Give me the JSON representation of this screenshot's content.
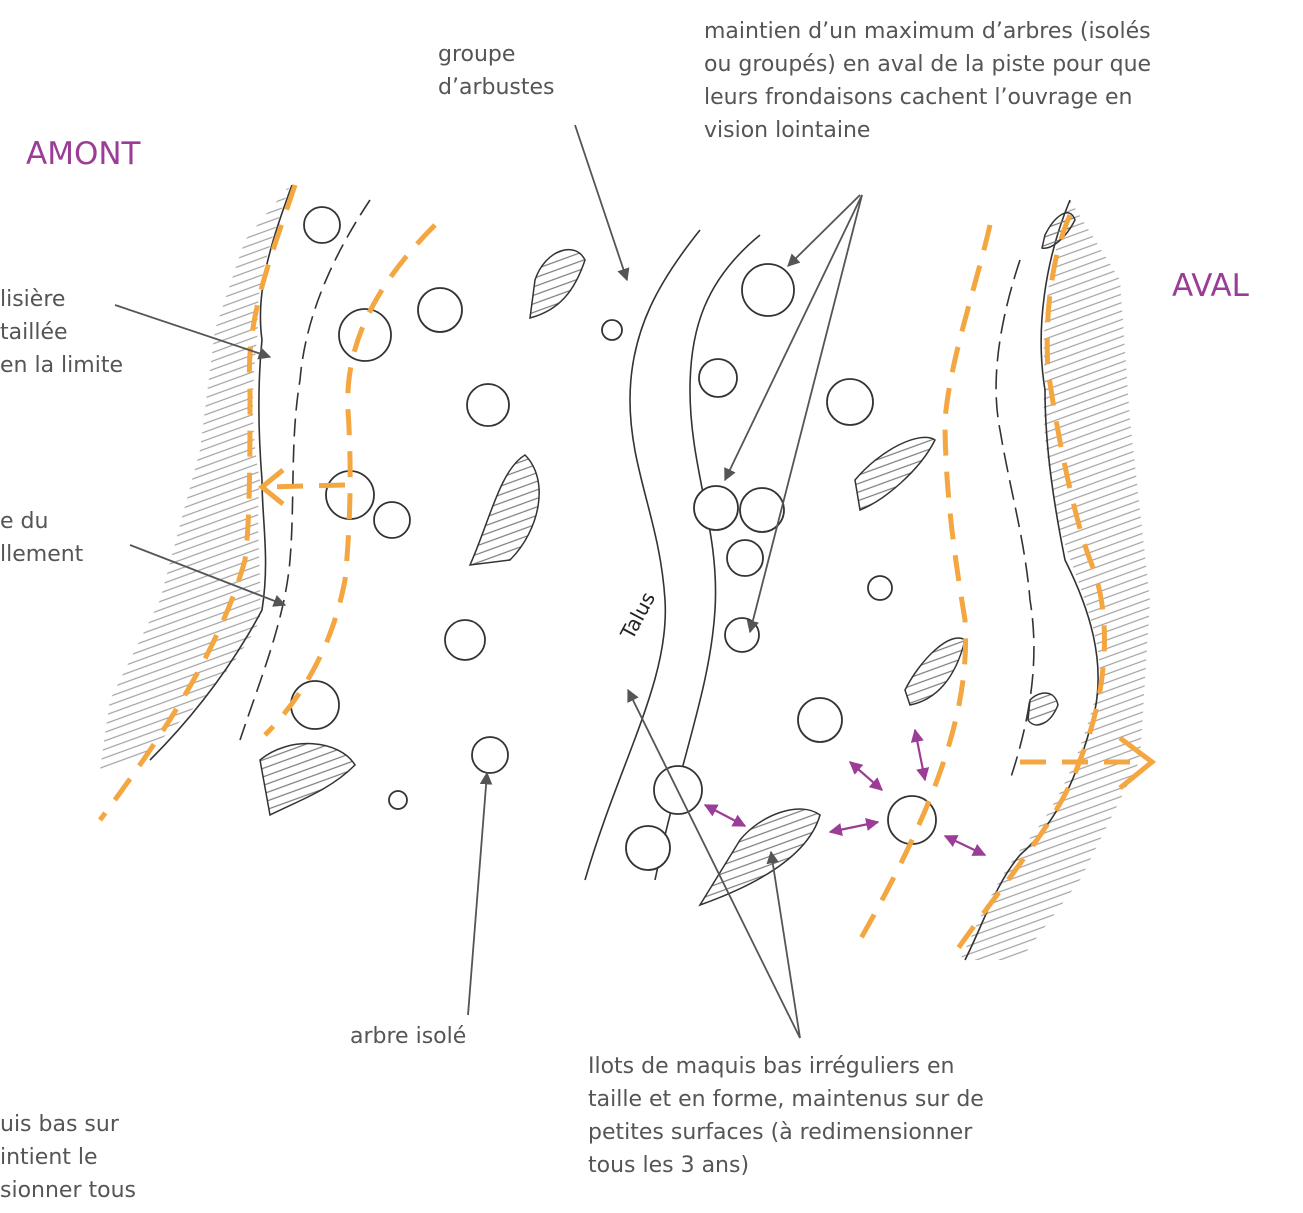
{
  "labels": {
    "amont": "AMONT",
    "aval": "AVAL",
    "groupe_arbustes": "groupe\nd’arbustes",
    "maintien": "maintien d’un maximum d’arbres (isolés\nou groupés) en aval de la piste pour que\nleurs frondaisons cachent l’ouvrage en\nvision lointaine",
    "lisiere": "lisière\ntaillée\nen la limite",
    "limite_debroussaillement": "e du\nllement",
    "arbre_isole": "arbre isolé",
    "ilots": "Ilots de maquis bas irréguliers en\ntaille et en forme, maintenus sur de\npetites surfaces (à redimensionner\ntous les 3 ans)",
    "maquis_bas": "uis bas sur\nintient le\nsionner tous",
    "talus": "Talus"
  },
  "colors": {
    "orange_dash": "#f4a640",
    "purple": "#9b3d96",
    "sketch": "#333333",
    "hatch": "#777777",
    "arrow": "#555555"
  }
}
